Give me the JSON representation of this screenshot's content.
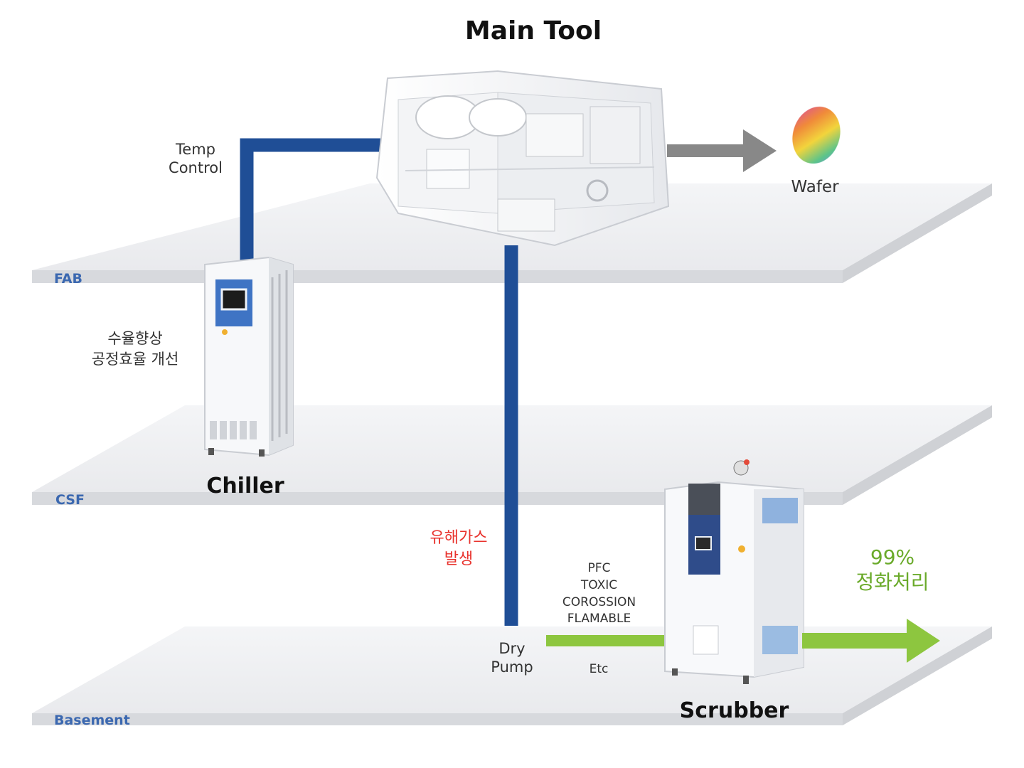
{
  "title": "Main Tool",
  "floors": {
    "fab": "FAB",
    "csf": "CSF",
    "basement": "Basement"
  },
  "labels": {
    "temp_control_1": "Temp",
    "temp_control_2": "Control",
    "wafer": "Wafer",
    "chiller": "Chiller",
    "chiller_benefit_1": "수율향상",
    "chiller_benefit_2": "공정효율 개선",
    "harmful_gas_1": "유해가스",
    "harmful_gas_2": "발생",
    "dry_pump_1": "Dry",
    "dry_pump_2": "Pump",
    "gas_types": [
      "PFC",
      "TOXIC",
      "COROSSION",
      "FLAMABLE"
    ],
    "gas_etc": "Etc",
    "scrubber": "Scrubber",
    "result_1": "99%",
    "result_2": "정화처리"
  },
  "colors": {
    "pipe_blue": "#1f4e96",
    "gas_line_green": "#8dc63f",
    "arrow_gray": "#888888",
    "floor_label_blue": "#3b68b0",
    "hazard_red": "#e8322c",
    "result_green": "#6aaa2a"
  }
}
